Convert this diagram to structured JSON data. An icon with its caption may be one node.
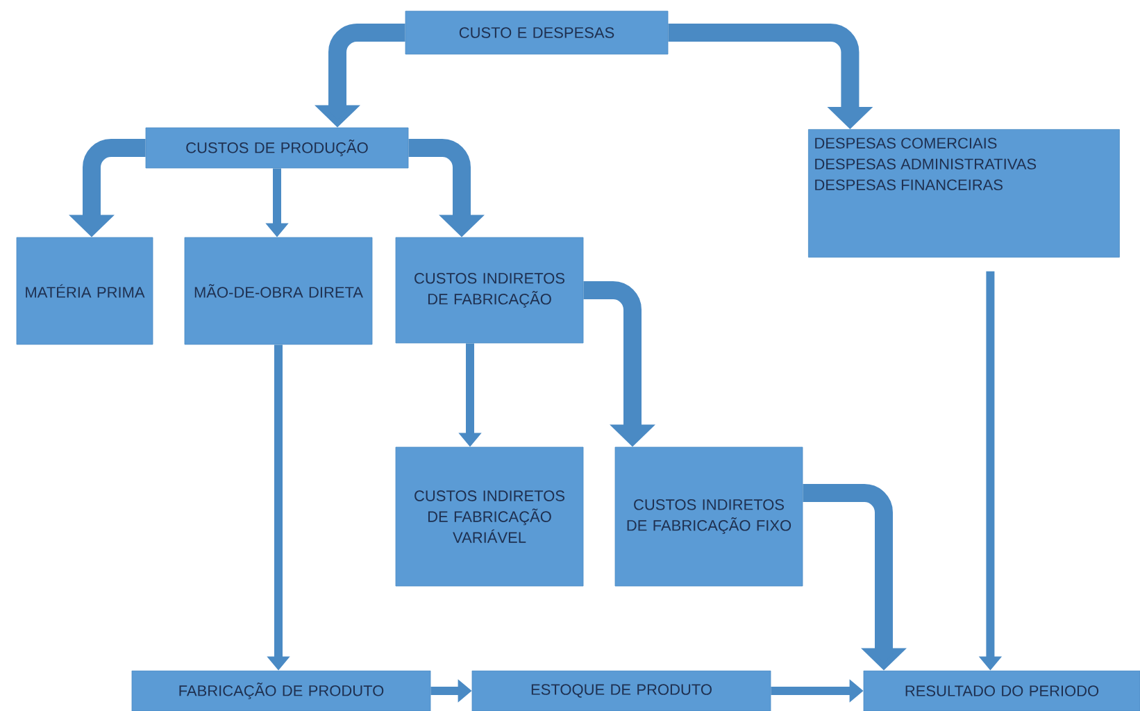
{
  "diagram": {
    "nodes": [
      {
        "text": [
          "CUSTO E DESPESAS"
        ]
      },
      {
        "text": [
          "CUSTOS DE PRODUÇÃO"
        ]
      },
      {
        "text": [
          "DESPESAS COMERCIAIS",
          "DESPESAS ADMINISTRATIVAS",
          "DESPESAS FINANCEIRAS"
        ]
      },
      {
        "text": [
          "MATÉRIA PRIMA"
        ]
      },
      {
        "text": [
          "MÃO-DE-OBRA DIRETA"
        ]
      },
      {
        "text": [
          "CUSTOS INDIRETOS DE FABRICAÇÃO"
        ]
      },
      {
        "text": [
          "CUSTOS INDIRETOS DE FABRICAÇÃO VARIÁVEL"
        ]
      },
      {
        "text": [
          "CUSTOS INDIRETOS DE FABRICAÇÃO FIXO"
        ]
      },
      {
        "text": [
          "FABRICAÇÃO DE PRODUTO"
        ]
      },
      {
        "text": [
          "ESTOQUE DE PRODUTO"
        ]
      },
      {
        "text": [
          "RESULTADO DO PERIODO"
        ]
      }
    ],
    "edges": [
      {
        "from": 0,
        "to": 1,
        "arrow": "to",
        "style": "thick"
      },
      {
        "from": 0,
        "to": 2,
        "arrow": "to",
        "style": "thick"
      },
      {
        "from": 1,
        "to": 3,
        "arrow": "to",
        "style": "thick"
      },
      {
        "from": 1,
        "to": 4,
        "arrow": "to"
      },
      {
        "from": 1,
        "to": 5,
        "arrow": "to",
        "style": "thick"
      },
      {
        "from": 5,
        "to": 6,
        "arrow": "to"
      },
      {
        "from": 5,
        "to": 7,
        "arrow": "to",
        "style": "thick"
      },
      {
        "from": 7,
        "to": 10,
        "arrow": "to",
        "style": "thick"
      },
      {
        "from": 4,
        "to": 8,
        "arrow": "to"
      },
      {
        "from": 8,
        "to": 9,
        "arrow": "to"
      },
      {
        "from": 9,
        "to": 10,
        "arrow": "to"
      },
      {
        "from": 2,
        "to": 10,
        "arrow": "to"
      }
    ]
  }
}
